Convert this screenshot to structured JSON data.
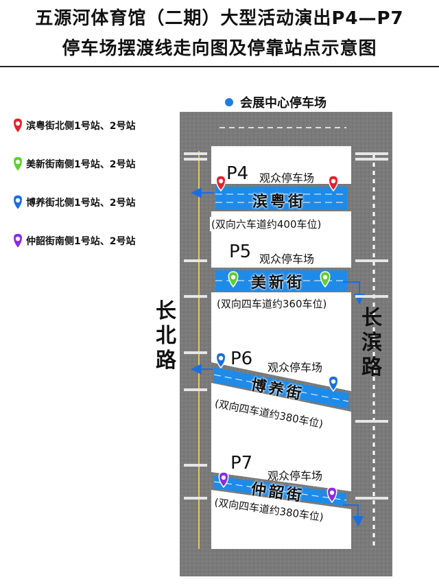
{
  "title": {
    "line1": "五源河体育馆（二期）大型活动演出P4—P7",
    "line2": "停车场摆渡线走向图及停靠站点示意图"
  },
  "legend": [
    {
      "label": "滨粤街北侧1号站、2号站",
      "color": "#e8202a"
    },
    {
      "label": "美新街南侧1号站、2号站",
      "color": "#5fd02e"
    },
    {
      "label": "博养街北侧1号站、2号站",
      "color": "#1a6fe0"
    },
    {
      "label": "仲韶街南侧1号站、2号站",
      "color": "#8a2be2"
    }
  ],
  "top_lot": {
    "label": "会展中心停车场",
    "color": "#1a7fe0"
  },
  "roads": {
    "left": "长北路",
    "right": "长滨路"
  },
  "lots": [
    {
      "code": "P4",
      "name": "观众停车场",
      "street": "滨粤街",
      "desc": "(双向六车道约400车位)",
      "color": "#e8202a"
    },
    {
      "code": "P5",
      "name": "观众停车场",
      "street": "美新街",
      "desc": "(双向四车道约360车位)",
      "color": "#5fd02e"
    },
    {
      "code": "P6",
      "name": "观众停车场",
      "street": "博养街",
      "desc": "(双向四车道约380车位)",
      "color": "#1a6fe0"
    },
    {
      "code": "P7",
      "name": "观众停车场",
      "street": "仲韶街",
      "desc": "(双向四车道约380车位)",
      "color": "#8a2be2"
    }
  ],
  "colors": {
    "road": "#7c7c7c",
    "lane": "#1e8be8",
    "arrow": "#1a6fe0"
  }
}
